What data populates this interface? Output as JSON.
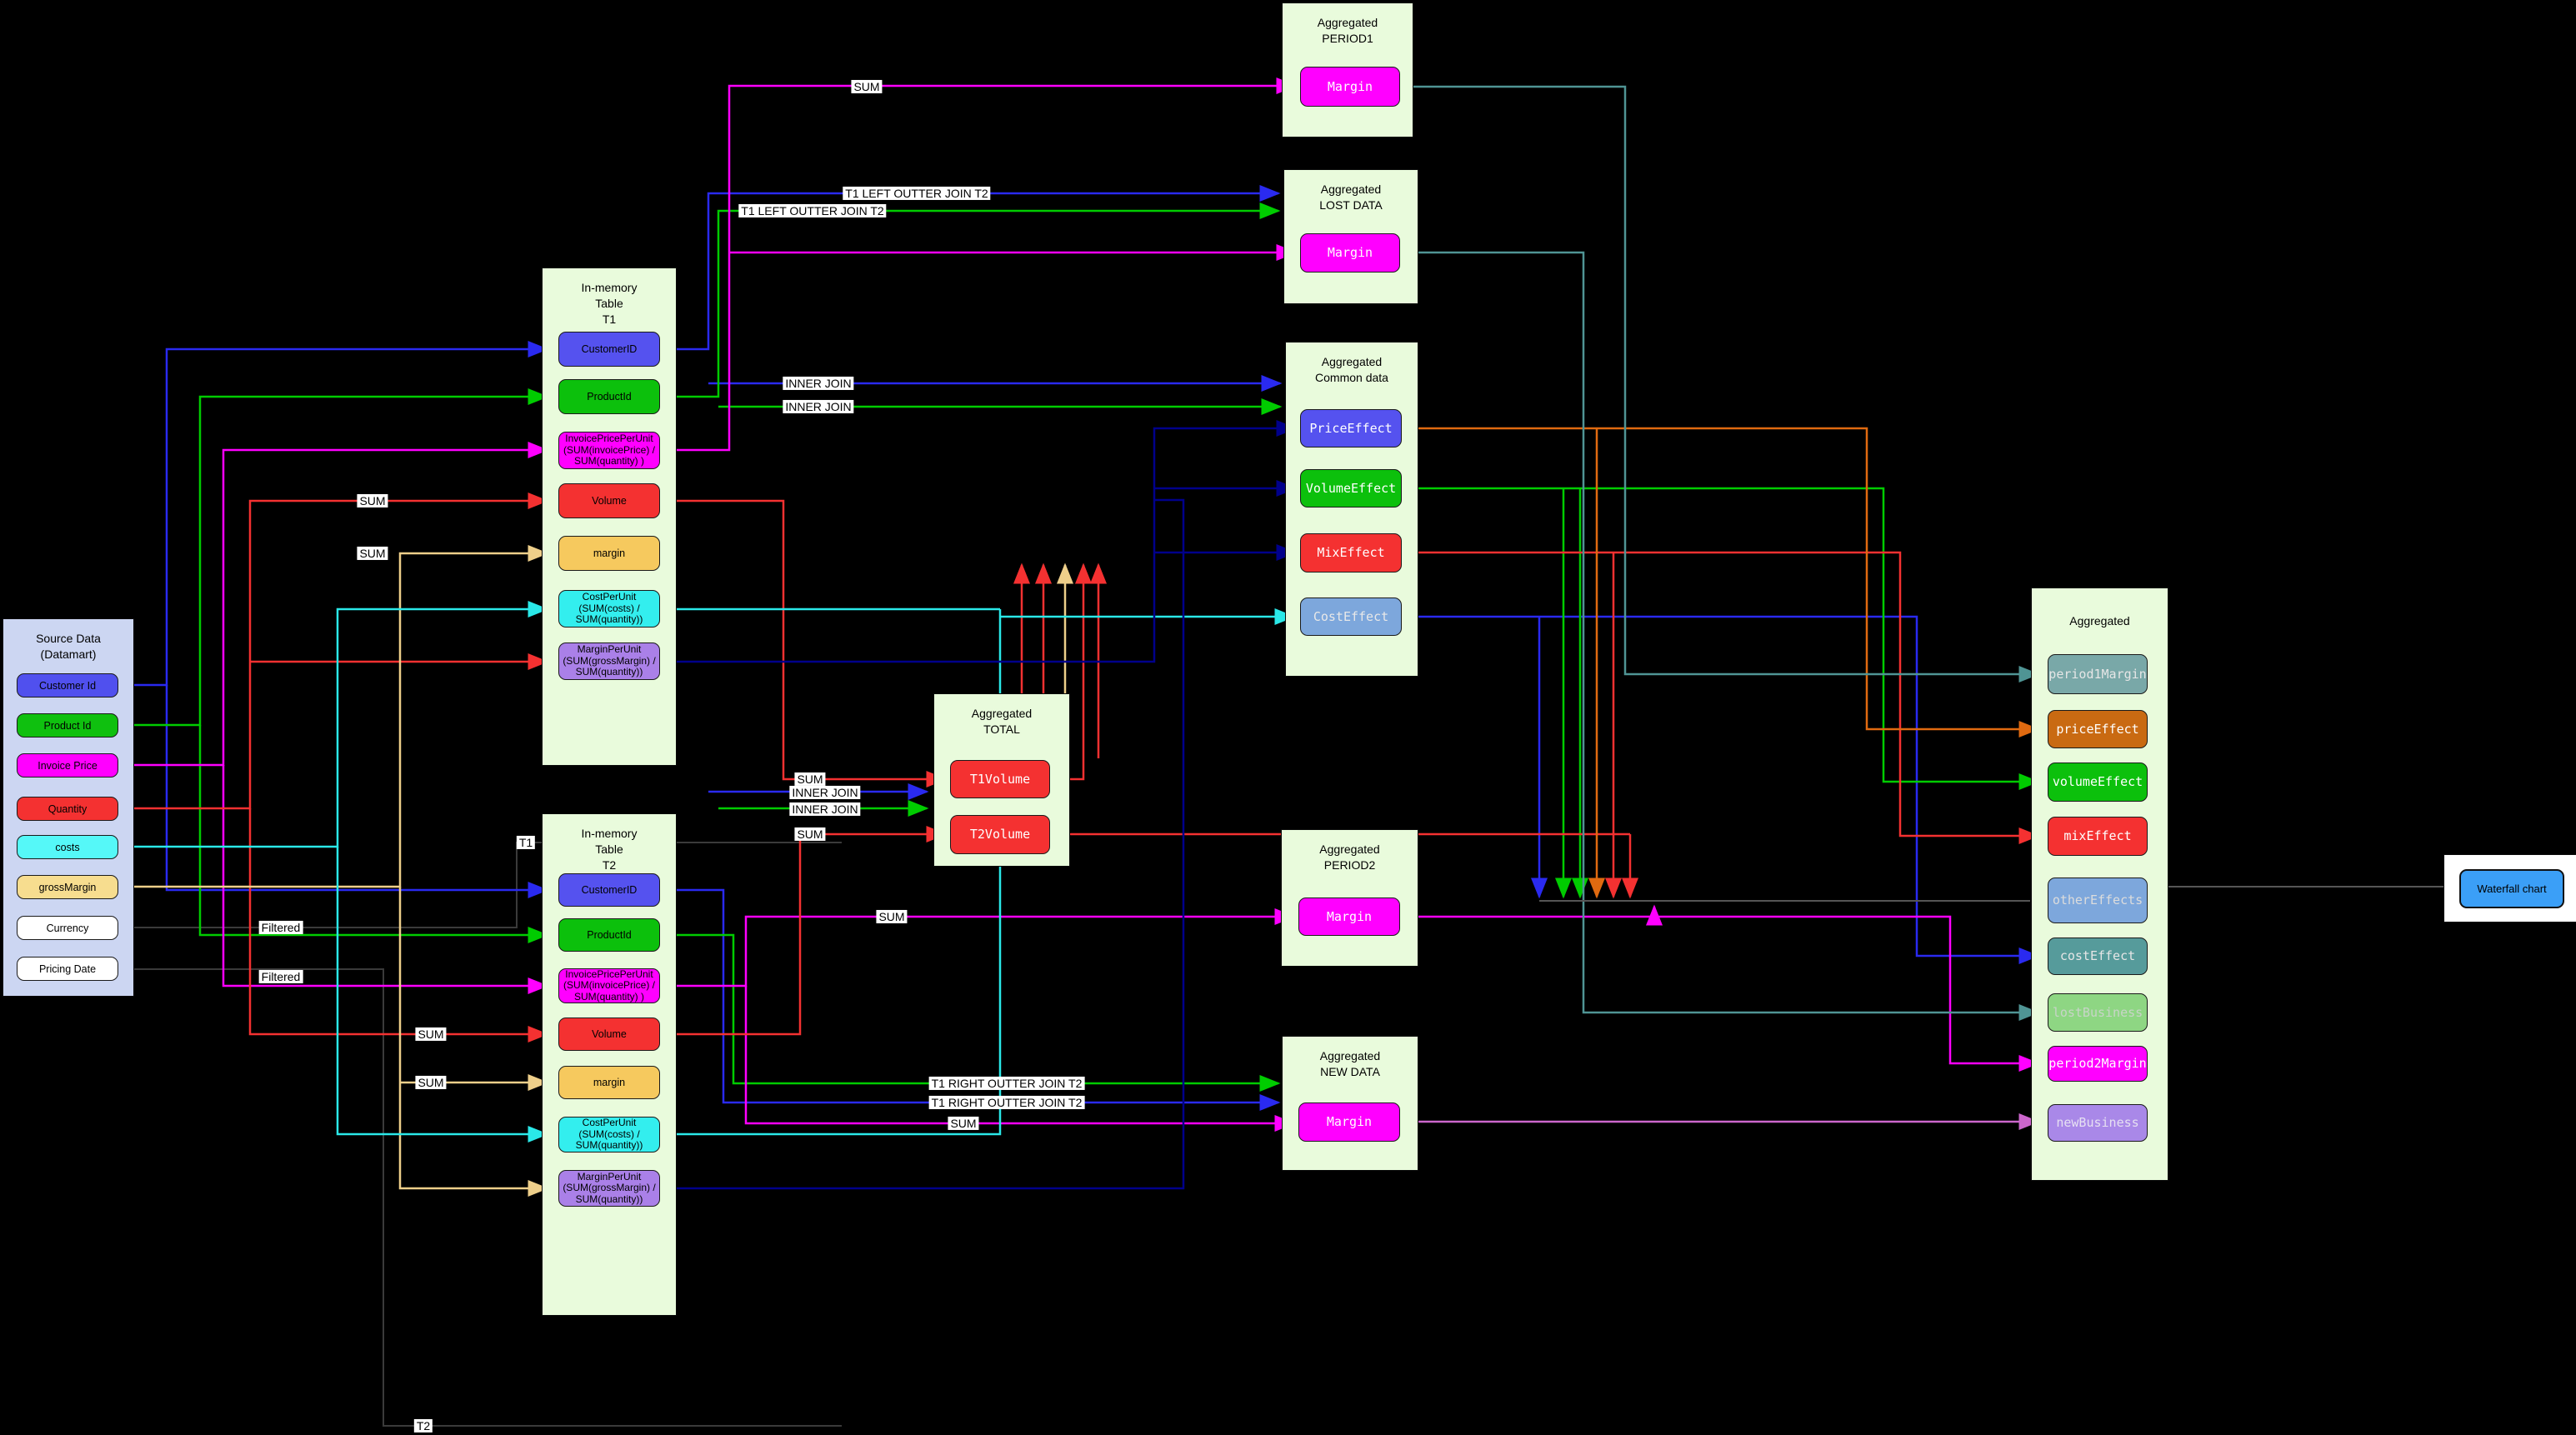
{
  "line_colors": {
    "blue": "#2a2af0",
    "navy": "#00008b",
    "green": "#00cc00",
    "magenta": "#ff00ff",
    "red": "#f43131",
    "cyan": "#2ae8e8",
    "wheat": "#eecf8a",
    "orange": "#e06a10",
    "teal": "#4f9494",
    "orchid": "#cc66cc",
    "gray": "#555555",
    "dark": "#3a3a3a"
  },
  "panels": {
    "source": {
      "title": "Source Data\n(Datamart)",
      "fields": [
        {
          "label": "Customer Id",
          "bg": "#5050ee",
          "fg": "#000000"
        },
        {
          "label": "Product Id",
          "bg": "#0fc00f",
          "fg": "#000000"
        },
        {
          "label": "Invoice Price",
          "bg": "#ff00ff",
          "fg": "#000000"
        },
        {
          "label": "Quantity",
          "bg": "#f43131",
          "fg": "#000000"
        },
        {
          "label": "costs",
          "bg": "#55f8f8",
          "fg": "#000000"
        },
        {
          "label": "grossMargin",
          "bg": "#f7dd8f",
          "fg": "#000000"
        },
        {
          "label": "Currency",
          "bg": "#ffffff",
          "fg": "#000000"
        },
        {
          "label": "Pricing Date",
          "bg": "#ffffff",
          "fg": "#000000"
        }
      ]
    },
    "t1": {
      "title": "In-memory\nTable\nT1",
      "fields": [
        {
          "label": "CustomerID",
          "bg": "#5552ef",
          "fg": "#000000"
        },
        {
          "label": "ProductId",
          "bg": "#0cc00c",
          "fg": "#000000"
        },
        {
          "label": "InvoicePricePerUnit\n(SUM(invoicePrice) /\nSUM(quantity) )",
          "bg": "#ff00ff",
          "fg": "#000000"
        },
        {
          "label": "Volume",
          "bg": "#f43131",
          "fg": "#000000"
        },
        {
          "label": "margin",
          "bg": "#f6c95e",
          "fg": "#000000"
        },
        {
          "label": "CostPerUnit\n(SUM(costs) /\nSUM(quantity))",
          "bg": "#33eeee",
          "fg": "#000000"
        },
        {
          "label": "MarginPerUnit\n(SUM(grossMargin) /\nSUM(quantity))",
          "bg": "#aa80e8",
          "fg": "#000000"
        }
      ]
    },
    "t2": {
      "title": "In-memory\nTable\nT2",
      "fields": [
        {
          "label": "CustomerID",
          "bg": "#5552ef",
          "fg": "#000000"
        },
        {
          "label": "ProductId",
          "bg": "#0cc00c",
          "fg": "#000000"
        },
        {
          "label": "InvoicePricePerUnit\n(SUM(invoicePrice) /\nSUM(quantity) )",
          "bg": "#ff00ff",
          "fg": "#000000"
        },
        {
          "label": "Volume",
          "bg": "#f43131",
          "fg": "#000000"
        },
        {
          "label": "margin",
          "bg": "#f6c95e",
          "fg": "#000000"
        },
        {
          "label": "CostPerUnit\n(SUM(costs) /\nSUM(quantity))",
          "bg": "#33eeee",
          "fg": "#000000"
        },
        {
          "label": "MarginPerUnit\n(SUM(grossMargin) /\nSUM(quantity))",
          "bg": "#aa80e8",
          "fg": "#000000"
        }
      ]
    },
    "period1": {
      "title": "Aggregated\nPERIOD1",
      "fields": [
        {
          "label": "Margin",
          "bg": "#ff00ff",
          "fg": "#ffffff"
        }
      ]
    },
    "lost": {
      "title": "Aggregated\nLOST DATA",
      "fields": [
        {
          "label": "Margin",
          "bg": "#ff00ff",
          "fg": "#ffffff"
        }
      ]
    },
    "common": {
      "title": "Aggregated\nCommon data",
      "fields": [
        {
          "label": "PriceEffect",
          "bg": "#5552ef",
          "fg": "#ffffff"
        },
        {
          "label": "VolumeEffect",
          "bg": "#0cc00c",
          "fg": "#ffffff"
        },
        {
          "label": "MixEffect",
          "bg": "#f43131",
          "fg": "#ffffff"
        },
        {
          "label": "CostEffect",
          "bg": "#7da7dc",
          "fg": "#e8e8e8"
        }
      ]
    },
    "total": {
      "title": "Aggregated\nTOTAL",
      "fields": [
        {
          "label": "T1Volume",
          "bg": "#f43131",
          "fg": "#ffffff"
        },
        {
          "label": "T2Volume",
          "bg": "#f43131",
          "fg": "#ffffff"
        }
      ]
    },
    "period2": {
      "title": "Aggregated\nPERIOD2",
      "fields": [
        {
          "label": "Margin",
          "bg": "#ff00ff",
          "fg": "#ffffff"
        }
      ]
    },
    "newdata": {
      "title": "Aggregated\nNEW DATA",
      "fields": [
        {
          "label": "Margin",
          "bg": "#ff00ff",
          "fg": "#ffffff"
        }
      ]
    },
    "right": {
      "title": "Aggregated",
      "fields": [
        {
          "label": "period1Margin",
          "bg": "#79a8a8",
          "fg": "#e6e6e6"
        },
        {
          "label": "priceEffect",
          "bg": "#c96a12",
          "fg": "#ffffff"
        },
        {
          "label": "volumeEffect",
          "bg": "#0cc00c",
          "fg": "#ffffff"
        },
        {
          "label": "mixEffect",
          "bg": "#f43131",
          "fg": "#ffffff"
        },
        {
          "label": "otherEffects",
          "bg": "#7da7dc",
          "fg": "#dcdcdc"
        },
        {
          "label": "costEffect",
          "bg": "#569b9b",
          "fg": "#e6e6e6"
        },
        {
          "label": "lostBusiness",
          "bg": "#8ed683",
          "fg": "#c8d4c8"
        },
        {
          "label": "period2Margin",
          "bg": "#ff00ff",
          "fg": "#ffffff"
        },
        {
          "label": "newBusiness",
          "bg": "#a988e8",
          "fg": "#e6e0f2"
        }
      ]
    }
  },
  "edge_labels": [
    {
      "text": "SUM"
    },
    {
      "text": "T1 LEFT OUTTER JOIN T2"
    },
    {
      "text": "T1 LEFT OUTTER JOIN T2"
    },
    {
      "text": "INNER JOIN"
    },
    {
      "text": "INNER JOIN"
    },
    {
      "text": "SUM"
    },
    {
      "text": "SUM"
    },
    {
      "text": "SUM"
    },
    {
      "text": "INNER JOIN"
    },
    {
      "text": "INNER JOIN"
    },
    {
      "text": "SUM"
    },
    {
      "text": "SUM"
    },
    {
      "text": "T1 RIGHT OUTTER JOIN T2"
    },
    {
      "text": "T1 RIGHT OUTTER JOIN T2"
    },
    {
      "text": "SUM"
    },
    {
      "text": "SUM"
    },
    {
      "text": "SUM"
    },
    {
      "text": "Filtered"
    },
    {
      "text": "Filtered"
    },
    {
      "text": "T1"
    },
    {
      "text": "T2"
    }
  ],
  "waterfall": {
    "label": "Waterfall chart"
  }
}
